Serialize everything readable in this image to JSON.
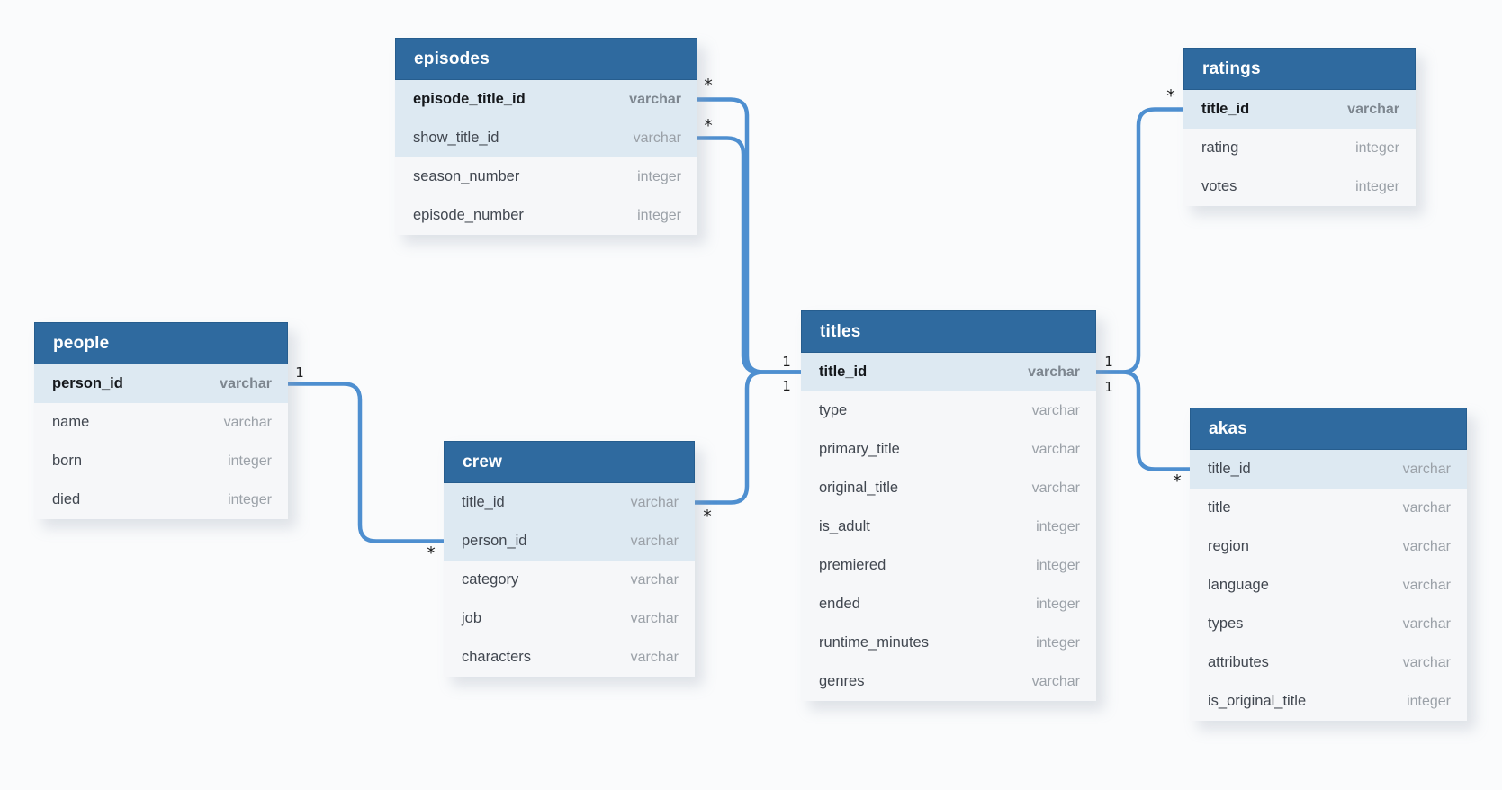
{
  "diagram": {
    "colors": {
      "background": "#fafbfc",
      "table_header_bg": "#2f6a9f",
      "table_header_text": "#ffffff",
      "key_row_bg": "#dde9f2",
      "row_bg": "#f6f7f9",
      "connector": "#4e8fd0"
    },
    "tables": [
      {
        "name": "episodes",
        "columns": [
          {
            "field": "episode_title_id",
            "type": "varchar",
            "key": true,
            "highlight": true
          },
          {
            "field": "show_title_id",
            "type": "varchar",
            "key": false,
            "highlight": true
          },
          {
            "field": "season_number",
            "type": "integer",
            "key": false,
            "highlight": false
          },
          {
            "field": "episode_number",
            "type": "integer",
            "key": false,
            "highlight": false
          }
        ]
      },
      {
        "name": "ratings",
        "columns": [
          {
            "field": "title_id",
            "type": "varchar",
            "key": true,
            "highlight": true
          },
          {
            "field": "rating",
            "type": "integer",
            "key": false,
            "highlight": false
          },
          {
            "field": "votes",
            "type": "integer",
            "key": false,
            "highlight": false
          }
        ]
      },
      {
        "name": "people",
        "columns": [
          {
            "field": "person_id",
            "type": "varchar",
            "key": true,
            "highlight": true
          },
          {
            "field": "name",
            "type": "varchar",
            "key": false,
            "highlight": false
          },
          {
            "field": "born",
            "type": "integer",
            "key": false,
            "highlight": false
          },
          {
            "field": "died",
            "type": "integer",
            "key": false,
            "highlight": false
          }
        ]
      },
      {
        "name": "crew",
        "columns": [
          {
            "field": "title_id",
            "type": "varchar",
            "key": false,
            "highlight": true
          },
          {
            "field": "person_id",
            "type": "varchar",
            "key": false,
            "highlight": true
          },
          {
            "field": "category",
            "type": "varchar",
            "key": false,
            "highlight": false
          },
          {
            "field": "job",
            "type": "varchar",
            "key": false,
            "highlight": false
          },
          {
            "field": "characters",
            "type": "varchar",
            "key": false,
            "highlight": false
          }
        ]
      },
      {
        "name": "titles",
        "columns": [
          {
            "field": "title_id",
            "type": "varchar",
            "key": true,
            "highlight": true
          },
          {
            "field": "type",
            "type": "varchar",
            "key": false,
            "highlight": false
          },
          {
            "field": "primary_title",
            "type": "varchar",
            "key": false,
            "highlight": false
          },
          {
            "field": "original_title",
            "type": "varchar",
            "key": false,
            "highlight": false
          },
          {
            "field": "is_adult",
            "type": "integer",
            "key": false,
            "highlight": false
          },
          {
            "field": "premiered",
            "type": "integer",
            "key": false,
            "highlight": false
          },
          {
            "field": "ended",
            "type": "integer",
            "key": false,
            "highlight": false
          },
          {
            "field": "runtime_minutes",
            "type": "integer",
            "key": false,
            "highlight": false
          },
          {
            "field": "genres",
            "type": "varchar",
            "key": false,
            "highlight": false
          }
        ]
      },
      {
        "name": "akas",
        "columns": [
          {
            "field": "title_id",
            "type": "varchar",
            "key": false,
            "highlight": true
          },
          {
            "field": "title",
            "type": "varchar",
            "key": false,
            "highlight": false
          },
          {
            "field": "region",
            "type": "varchar",
            "key": false,
            "highlight": false
          },
          {
            "field": "language",
            "type": "varchar",
            "key": false,
            "highlight": false
          },
          {
            "field": "types",
            "type": "varchar",
            "key": false,
            "highlight": false
          },
          {
            "field": "attributes",
            "type": "varchar",
            "key": false,
            "highlight": false
          },
          {
            "field": "is_original_title",
            "type": "integer",
            "key": false,
            "highlight": false
          }
        ]
      }
    ],
    "relationships": [
      {
        "from": "episodes.episode_title_id",
        "to": "titles.title_id",
        "from_cardinality": "*",
        "to_cardinality": "1"
      },
      {
        "from": "episodes.show_title_id",
        "to": "titles.title_id",
        "from_cardinality": "*",
        "to_cardinality": "1"
      },
      {
        "from": "crew.title_id",
        "to": "titles.title_id",
        "from_cardinality": "*",
        "to_cardinality": "1"
      },
      {
        "from": "crew.person_id",
        "to": "people.person_id",
        "from_cardinality": "*",
        "to_cardinality": "1"
      },
      {
        "from": "ratings.title_id",
        "to": "titles.title_id",
        "from_cardinality": "*",
        "to_cardinality": "1"
      },
      {
        "from": "akas.title_id",
        "to": "titles.title_id",
        "from_cardinality": "*",
        "to_cardinality": "1"
      }
    ]
  }
}
